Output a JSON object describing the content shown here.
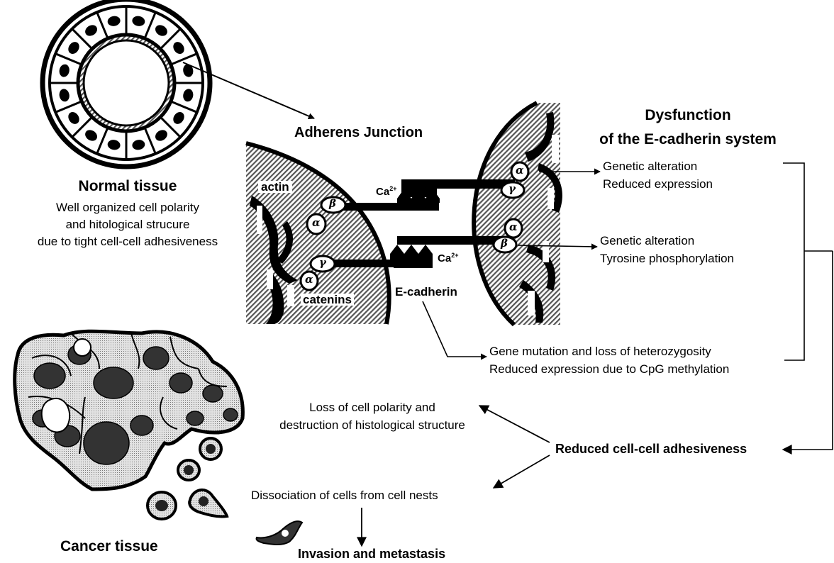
{
  "normal_tissue": {
    "title": "Normal tissue",
    "desc_lines": [
      "Well organized cell polarity",
      "and hitological strucure",
      "due to tight cell-cell adhesiveness"
    ]
  },
  "adherens": {
    "title": "Adherens Junction",
    "actin": "actin",
    "catenins": "catenins",
    "ecadherin": "E-cadherin",
    "ca": "Ca",
    "ca_sup": "2+",
    "alpha": "α",
    "beta": "β",
    "gamma": "γ"
  },
  "dysfunction": {
    "title_lines": [
      "Dysfunction",
      "of the E-cadherin system"
    ],
    "alpha_catenin": [
      "Genetic alteration",
      "Reduced expression"
    ],
    "beta_catenin": [
      "Genetic alteration",
      "Tyrosine phosphorylation"
    ],
    "ecadherin": [
      "Gene mutation and loss of heterozygosity",
      "Reduced expression due to CpG methylation"
    ]
  },
  "outcomes": {
    "reduced": "Reduced cell-cell adhesiveness",
    "polarity_lines": [
      "Loss of cell polarity and",
      "destruction of histological structure"
    ],
    "dissociation": "Dissociation of cells from cell nests",
    "invasion": "Invasion and metastasis"
  },
  "cancer_tissue": {
    "title": "Cancer tissue"
  }
}
